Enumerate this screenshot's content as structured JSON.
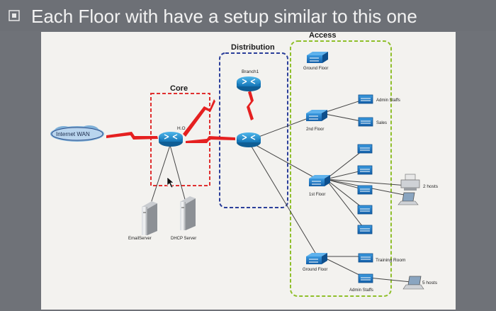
{
  "slide": {
    "bullet_icon": "checkbox-bullet-icon",
    "title": "Each Floor with have a setup similar to this one"
  },
  "diagram": {
    "zone_labels": {
      "core": "Core",
      "distribution": "Distribution",
      "access": "Access"
    },
    "nodes": {
      "internet": "Internet WAN",
      "ho_router": "H.O",
      "branch_router": "Branch1",
      "email_server": "EmailServer",
      "dhcp_server": "DHCP Server",
      "ground_floor_top": "Ground Floor",
      "floor_2": "2nd Floor",
      "floor_1": "1st Floor",
      "ground_floor_bottom": "Ground Floor",
      "admin_staffs_top": "Admin Staffs",
      "sales": "Sales",
      "training_room": "Training Room",
      "admin_staffs_bottom": "Admin Staffs",
      "hosts_2": "2 hosts",
      "hosts_5": "5 hosts"
    },
    "colors": {
      "core_border": "#e03030",
      "distribution_border": "#2b3f9a",
      "access_border": "#8fbf2a",
      "wan_link": "#e52020",
      "router": "#1f8fd0",
      "switch": "#1a73c9"
    }
  }
}
